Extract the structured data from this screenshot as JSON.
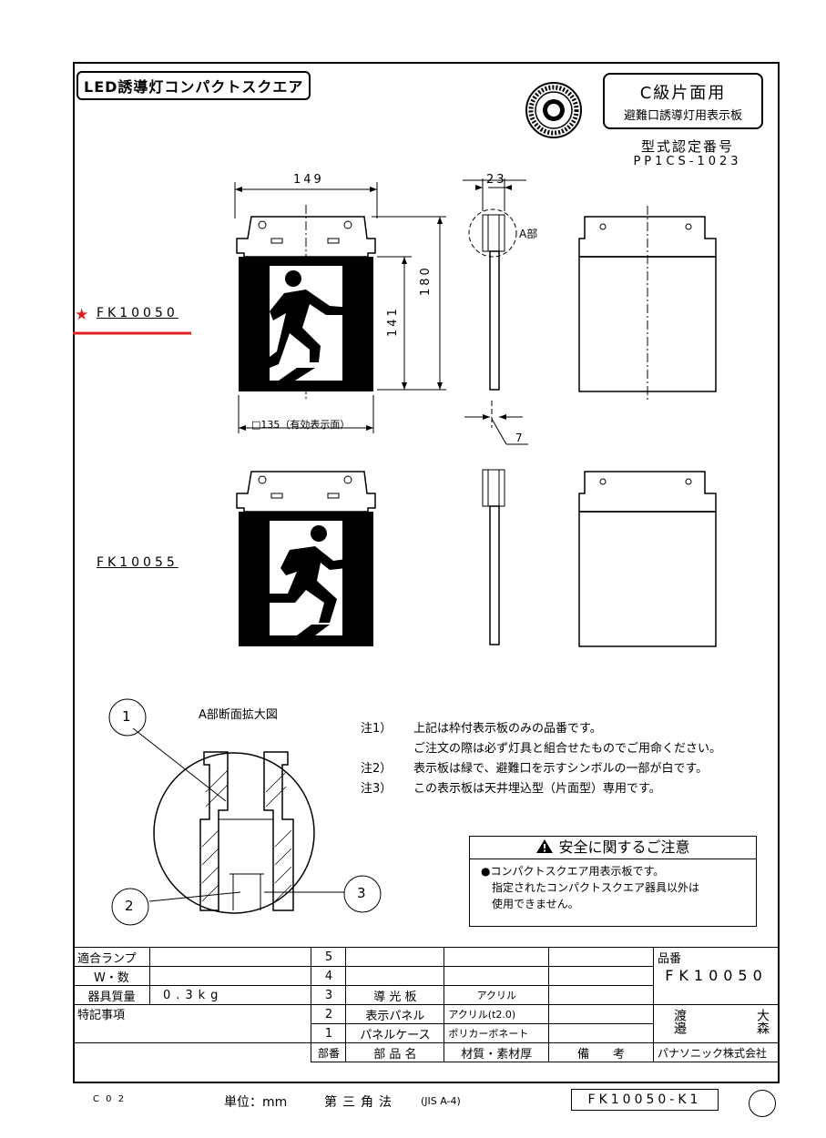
{
  "title": "LED誘導灯コンパクトスクエア",
  "class_box": {
    "line1": "C級片面用",
    "line2": "避難口誘導灯用表示板"
  },
  "cert": {
    "label": "型式認定番号",
    "number": "PP1CS-1023"
  },
  "dimensions": {
    "width": "149",
    "depth": "23",
    "height": "180",
    "inner_height": "141",
    "display_area": "□135（有効表示面）",
    "offset": "7",
    "part_a": "A部"
  },
  "models": {
    "primary": "FK10050",
    "secondary": "FK10055",
    "star": "★"
  },
  "section_title": "A部断面拡大図",
  "balloons": [
    "1",
    "2",
    "3"
  ],
  "notes": [
    {
      "key": "注1）",
      "lines": [
        "上記は枠付表示板のみの品番です。",
        "ご注文の際は必ず灯具と組合せたものでご用命ください。"
      ]
    },
    {
      "key": "注2）",
      "lines": [
        "表示板は緑で、避難口を示すシンボルの一部が白です。"
      ]
    },
    {
      "key": "注3）",
      "lines": [
        "この表示板は天井埋込型（片面型）専用です。"
      ]
    }
  ],
  "caution": {
    "icon": "warning-triangle-icon",
    "heading": "安全に関するご注意",
    "lines": [
      "●コンパクトスクエア用表示板です。",
      "指定されたコンパクトスクエア器具以外は",
      "使用できません。"
    ]
  },
  "bom": {
    "left_labels": [
      "適合ランプ",
      "W・数",
      "器具質量",
      "特記事項"
    ],
    "mass": "0.3kg",
    "rows": [
      {
        "no": "5",
        "name": "",
        "material": "",
        "note": ""
      },
      {
        "no": "4",
        "name": "",
        "material": "",
        "note": ""
      },
      {
        "no": "3",
        "name": "導 光 板",
        "material": "アクリル",
        "note": ""
      },
      {
        "no": "2",
        "name": "表示パネル",
        "material": "アクリル(t2.0)",
        "note": ""
      },
      {
        "no": "1",
        "name": "パネルケース",
        "material": "ポリカーボネート",
        "note": ""
      }
    ],
    "header": {
      "no": "部番",
      "name": "部 品 名",
      "material": "材質・素材厚",
      "note": "備　　考"
    },
    "part_no_label": "品番",
    "part_no": "FK10050",
    "names": {
      "left": "渡邉",
      "right": "大森"
    },
    "company": "パナソニック株式会社"
  },
  "footer": {
    "code": "C 0 2",
    "unit": "単位：mm",
    "projection": "第三角法",
    "standard": "(JIS A-4)",
    "drawing_no": "FK10050-K1"
  },
  "colors": {
    "red": "#e02020",
    "ink": "#000000"
  }
}
